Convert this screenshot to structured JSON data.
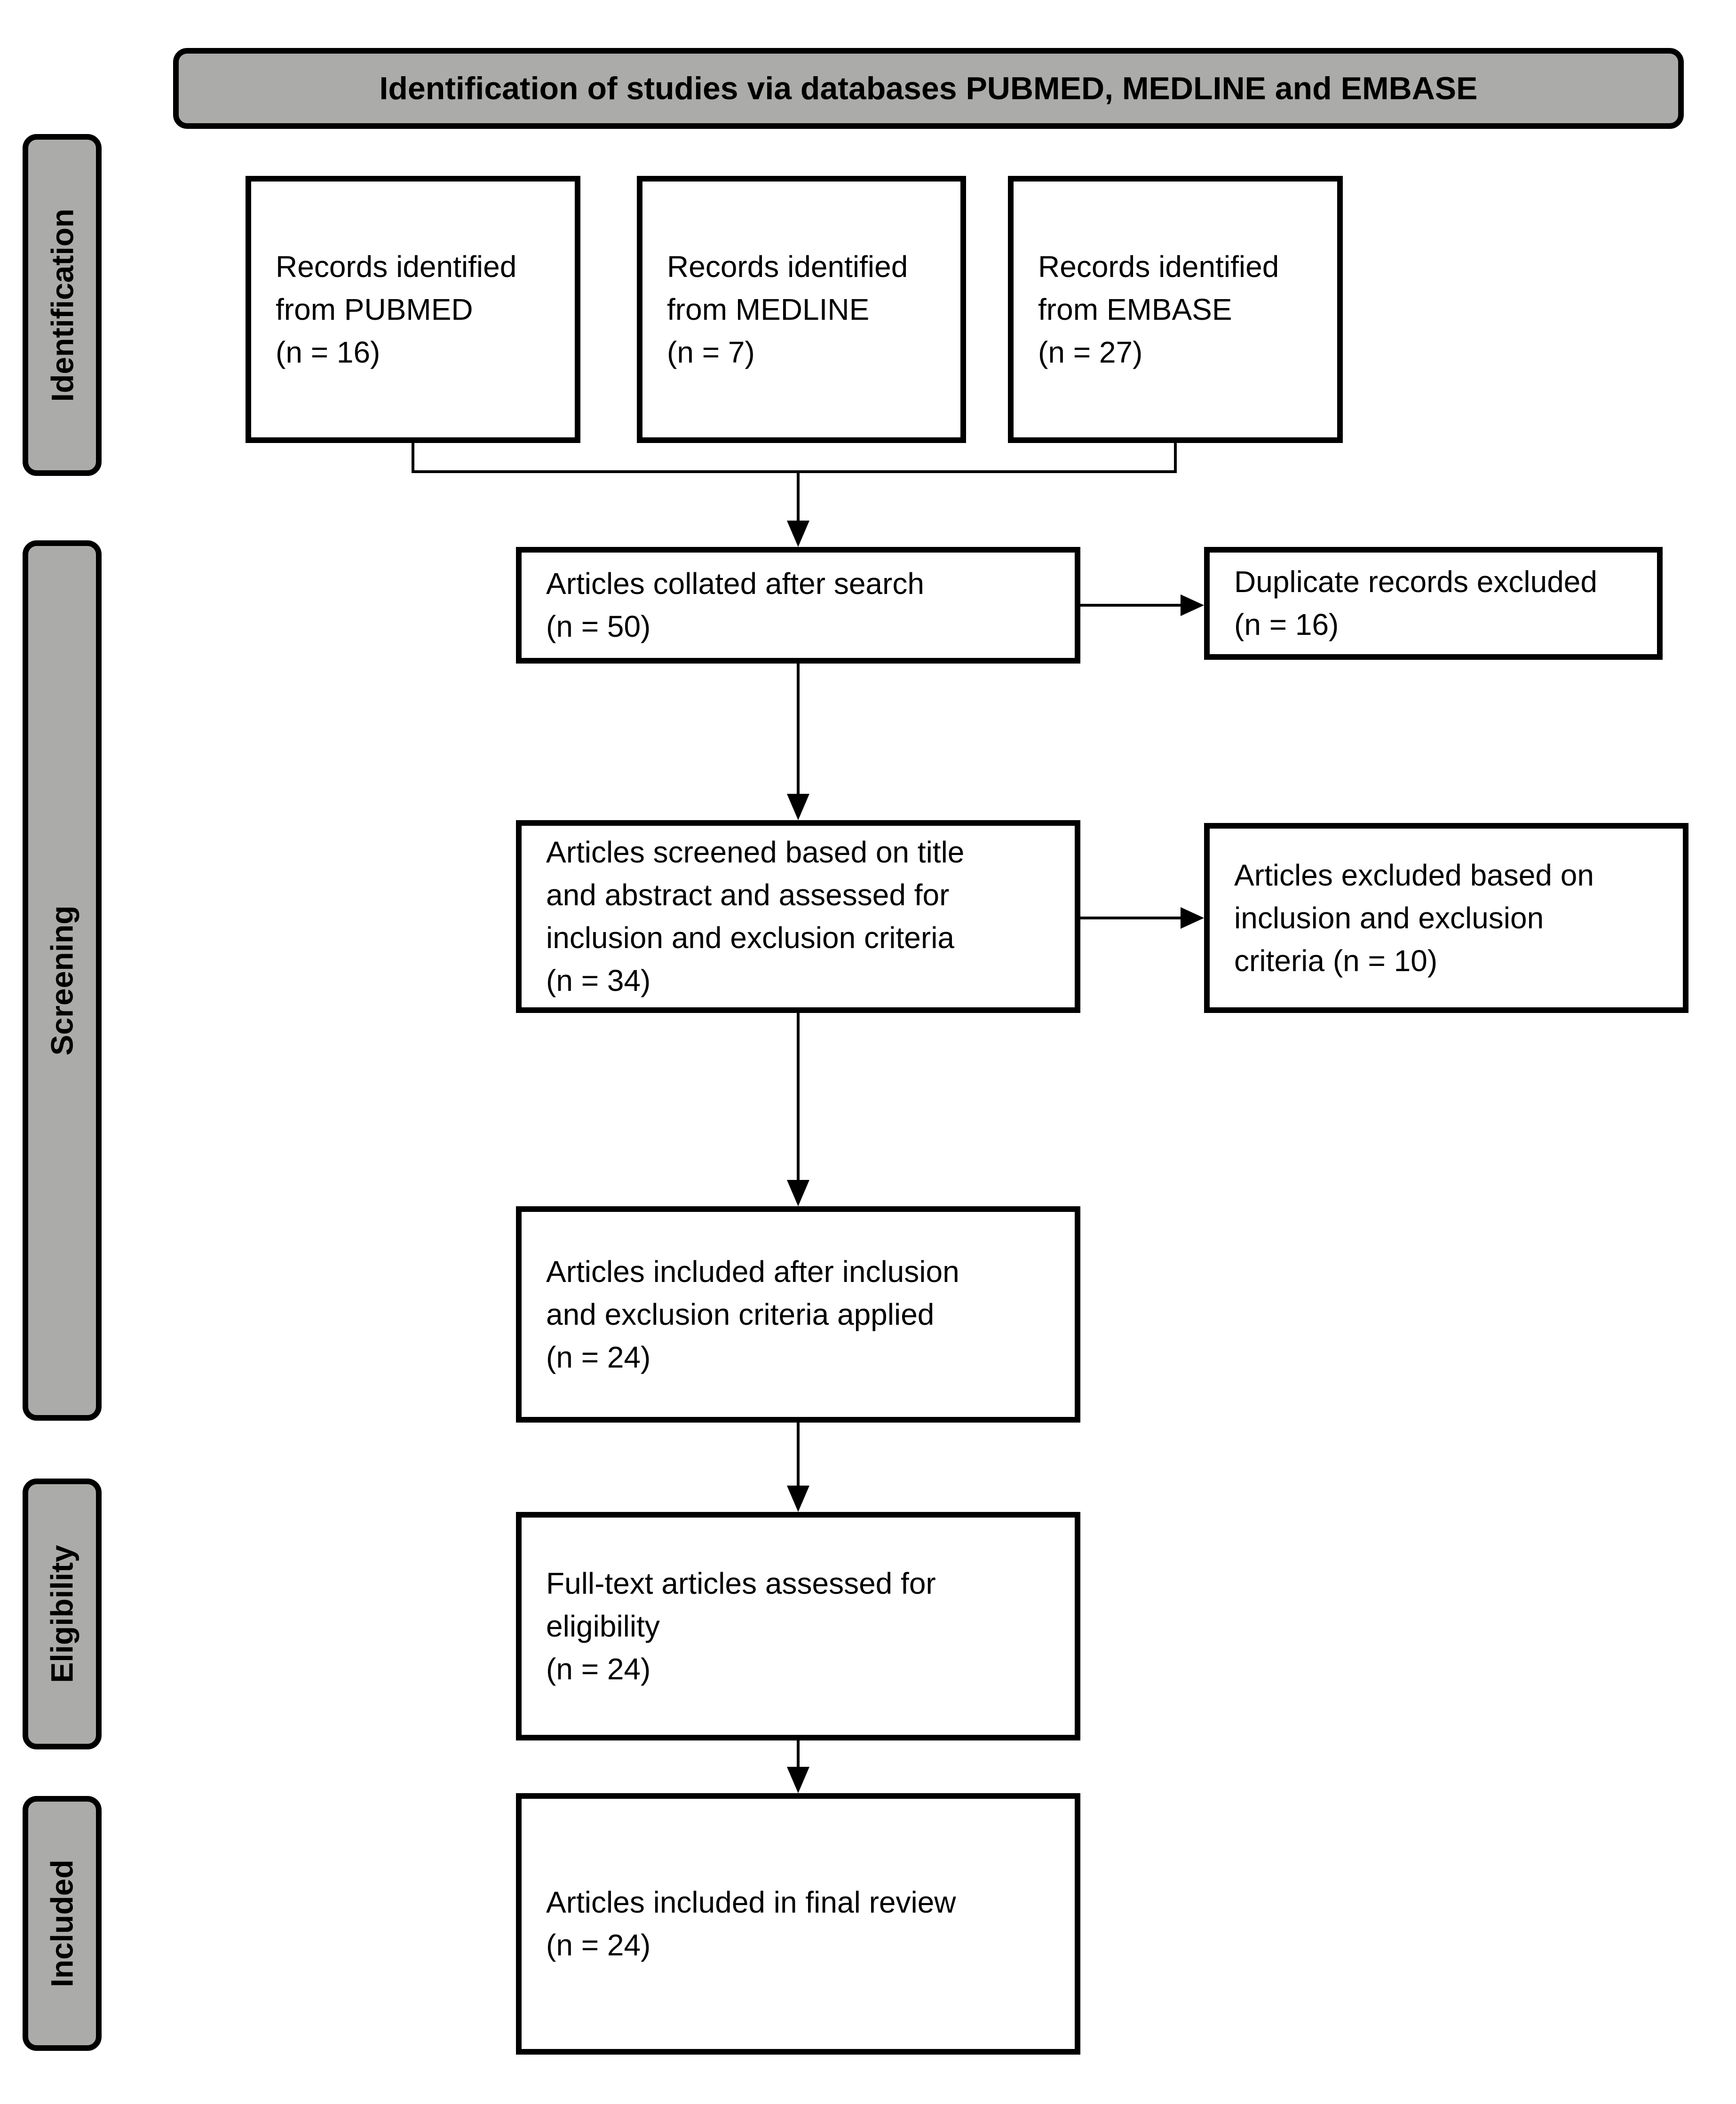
{
  "title": "Identification of studies via databases PUBMED, MEDLINE and EMBASE",
  "stages": [
    {
      "id": "identification",
      "label": "Identification"
    },
    {
      "id": "screening",
      "label": "Screening"
    },
    {
      "id": "eligibility",
      "label": "Eligibility"
    },
    {
      "id": "included",
      "label": "Included"
    }
  ],
  "nodes": {
    "pubmed": {
      "text": "Records identified\nfrom PUBMED\n(n = 16)",
      "n": 16
    },
    "medline": {
      "text": "Records identified\nfrom MEDLINE\n(n = 7)",
      "n": 7
    },
    "embase": {
      "text": "Records identified\nfrom EMBASE\n(n = 27)",
      "n": 27
    },
    "collated": {
      "text": "Articles collated after search\n(n = 50)",
      "n": 50
    },
    "duplicates_excluded": {
      "text": "Duplicate records excluded\n(n = 16)",
      "n": 16
    },
    "screened": {
      "text": "Articles screened based on title\nand abstract and assessed for\ninclusion and exclusion criteria\n(n = 34)",
      "n": 34
    },
    "excluded_criteria": {
      "text": "Articles excluded based on\ninclusion and exclusion\ncriteria (n = 10)",
      "n": 10
    },
    "included_after_criteria": {
      "text": "Articles included after inclusion\nand exclusion criteria applied\n(n = 24)",
      "n": 24
    },
    "full_text_assessed": {
      "text": "Full-text articles assessed for\neligibility\n(n = 24)",
      "n": 24
    },
    "final_review": {
      "text": "Articles included in final review\n(n = 24)",
      "n": 24
    }
  },
  "colors": {
    "band_fill": "#ABABA9",
    "line": "#000000",
    "box_fill": "#FFFFFF"
  }
}
